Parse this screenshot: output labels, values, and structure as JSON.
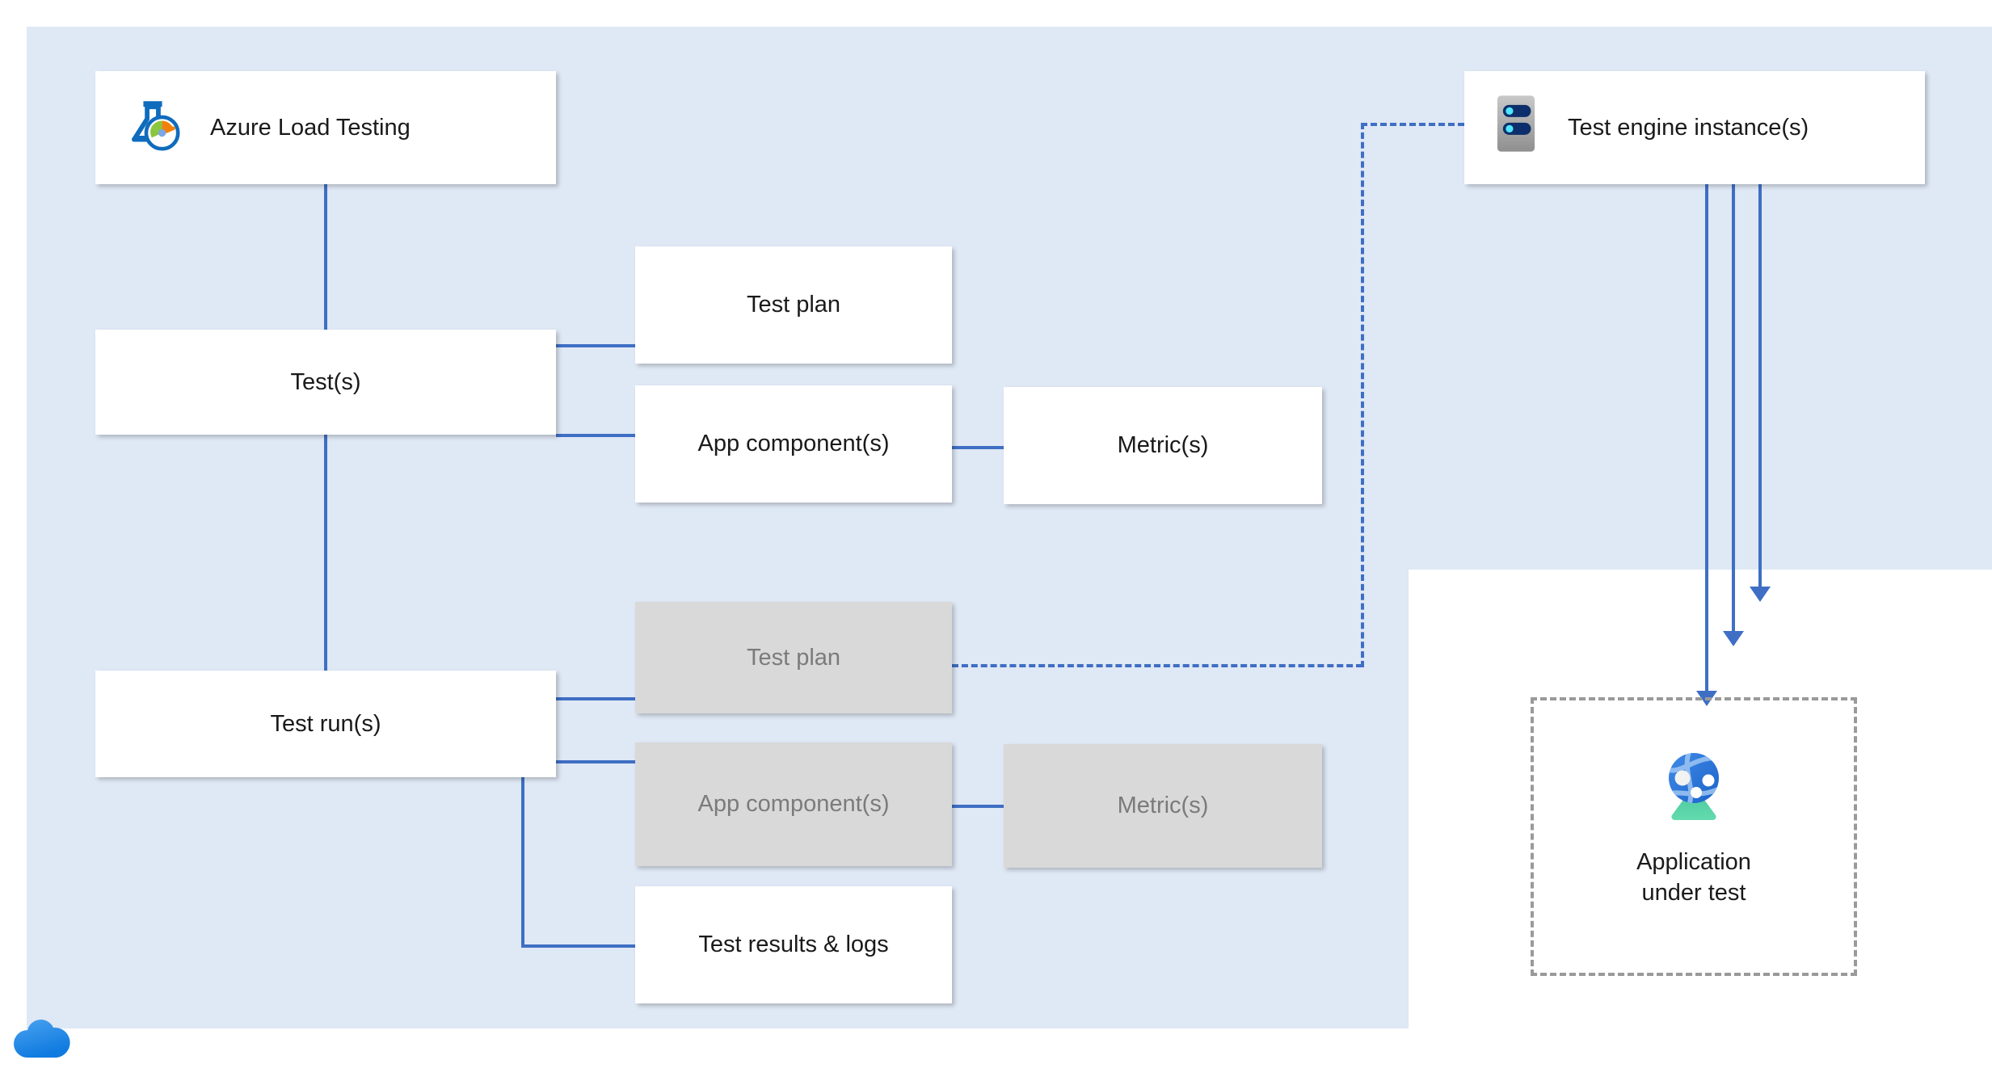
{
  "diagram": {
    "title": "Azure Load Testing resource hierarchy",
    "colors": {
      "panel_background": "#dfe8f5",
      "page_background": "#ffffff",
      "node_fill": "#ffffff",
      "node_muted_fill": "#d9d9d9",
      "node_muted_text": "#7b7b7b",
      "connector": "#3f6fc4",
      "dashed_group_border": "#9a9a9a",
      "text": "#1a1a1a",
      "azure_blue": "#0f6cbd",
      "server_grey": "#a6a6a6",
      "server_navy": "#0c2f6b",
      "server_led": "#50e6ff",
      "globe_blue": "#2f7fe0",
      "globe_base_green": "#50c9a0"
    },
    "nodes": [
      {
        "id": "azure-load-testing",
        "label": "Azure Load Testing",
        "icon": "flask-gauge-icon",
        "state": "active"
      },
      {
        "id": "tests",
        "label": "Test(s)",
        "icon": null,
        "state": "active"
      },
      {
        "id": "test-plan-config",
        "label": "Test plan",
        "icon": null,
        "state": "active"
      },
      {
        "id": "app-components-config",
        "label": "App component(s)",
        "icon": null,
        "state": "active"
      },
      {
        "id": "metrics-config",
        "label": "Metric(s)",
        "icon": null,
        "state": "active"
      },
      {
        "id": "test-runs",
        "label": "Test run(s)",
        "icon": null,
        "state": "active"
      },
      {
        "id": "test-plan-run",
        "label": "Test plan",
        "icon": null,
        "state": "muted"
      },
      {
        "id": "app-components-run",
        "label": "App component(s)",
        "icon": null,
        "state": "muted"
      },
      {
        "id": "metrics-run",
        "label": "Metric(s)",
        "icon": null,
        "state": "muted"
      },
      {
        "id": "test-results-logs",
        "label": "Test results & logs",
        "icon": null,
        "state": "active"
      },
      {
        "id": "test-engine-instances",
        "label": "Test engine instance(s)",
        "icon": "server-icon",
        "state": "active"
      },
      {
        "id": "application-under-test",
        "label": "Application\nunder test",
        "icon": "globe-app-icon",
        "state": "dashed-group"
      }
    ],
    "edges": [
      {
        "from": "azure-load-testing",
        "to": "tests",
        "style": "solid"
      },
      {
        "from": "tests",
        "to": "test-plan-config",
        "style": "solid"
      },
      {
        "from": "tests",
        "to": "app-components-config",
        "style": "solid"
      },
      {
        "from": "app-components-config",
        "to": "metrics-config",
        "style": "solid"
      },
      {
        "from": "azure-load-testing",
        "to": "test-runs",
        "style": "solid"
      },
      {
        "from": "test-runs",
        "to": "test-plan-run",
        "style": "solid"
      },
      {
        "from": "test-runs",
        "to": "app-components-run",
        "style": "solid"
      },
      {
        "from": "app-components-run",
        "to": "metrics-run",
        "style": "solid"
      },
      {
        "from": "test-runs",
        "to": "test-results-logs",
        "style": "solid"
      },
      {
        "from": "test-plan-run",
        "to": "test-engine-instances",
        "style": "dashed"
      },
      {
        "from": "test-engine-instances",
        "to": "application-under-test",
        "style": "arrow",
        "count": 3
      }
    ],
    "footer_logo": "azure-cloud-logo"
  }
}
